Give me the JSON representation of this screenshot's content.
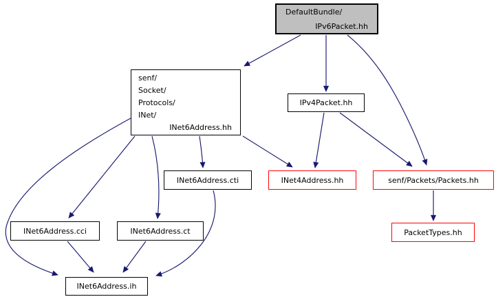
{
  "diagram": {
    "kind": "include-dependency-graph",
    "colors": {
      "edge": "#191970",
      "node_border": "#000000",
      "external_node_border": "#ff0000",
      "root_fill": "#bfbfbf",
      "node_fill": "#ffffff",
      "background": "#ffffff",
      "text": "#000000"
    },
    "nodes": {
      "root": {
        "line1": "DefaultBundle/",
        "line2": "IPv6Packet.hh"
      },
      "inet6address_hh": {
        "line1": "senf/",
        "line2": "Socket/",
        "line3": "Protocols/",
        "line4": "INet/",
        "line5": "INet6Address.hh"
      },
      "ipv4packet_hh": {
        "label": "IPv4Packet.hh"
      },
      "inet6address_cti": {
        "label": "INet6Address.cti"
      },
      "inet4address_hh": {
        "label": "INet4Address.hh"
      },
      "packets_hh": {
        "label": "senf/Packets/Packets.hh"
      },
      "inet6address_cci": {
        "label": "INet6Address.cci"
      },
      "inet6address_ct": {
        "label": "INet6Address.ct"
      },
      "packettypes_hh": {
        "label": "PacketTypes.hh"
      },
      "inet6address_ih": {
        "label": "INet6Address.ih"
      }
    },
    "edges": [
      {
        "from": "DefaultBundle/IPv6Packet.hh",
        "to": "senf/Socket/Protocols/INet/INet6Address.hh"
      },
      {
        "from": "DefaultBundle/IPv6Packet.hh",
        "to": "IPv4Packet.hh"
      },
      {
        "from": "DefaultBundle/IPv6Packet.hh",
        "to": "senf/Packets/Packets.hh"
      },
      {
        "from": "IPv4Packet.hh",
        "to": "INet4Address.hh"
      },
      {
        "from": "IPv4Packet.hh",
        "to": "senf/Packets/Packets.hh"
      },
      {
        "from": "senf/Socket/Protocols/INet/INet6Address.hh",
        "to": "INet4Address.hh"
      },
      {
        "from": "senf/Socket/Protocols/INet/INet6Address.hh",
        "to": "INet6Address.cti"
      },
      {
        "from": "senf/Socket/Protocols/INet/INet6Address.hh",
        "to": "INet6Address.ct"
      },
      {
        "from": "senf/Socket/Protocols/INet/INet6Address.hh",
        "to": "INet6Address.cci"
      },
      {
        "from": "senf/Socket/Protocols/INet/INet6Address.hh",
        "to": "INet6Address.ih"
      },
      {
        "from": "INet6Address.cci",
        "to": "INet6Address.ih"
      },
      {
        "from": "INet6Address.ct",
        "to": "INet6Address.ih"
      },
      {
        "from": "INet6Address.cti",
        "to": "INet6Address.ih"
      },
      {
        "from": "senf/Packets/Packets.hh",
        "to": "PacketTypes.hh"
      }
    ]
  }
}
